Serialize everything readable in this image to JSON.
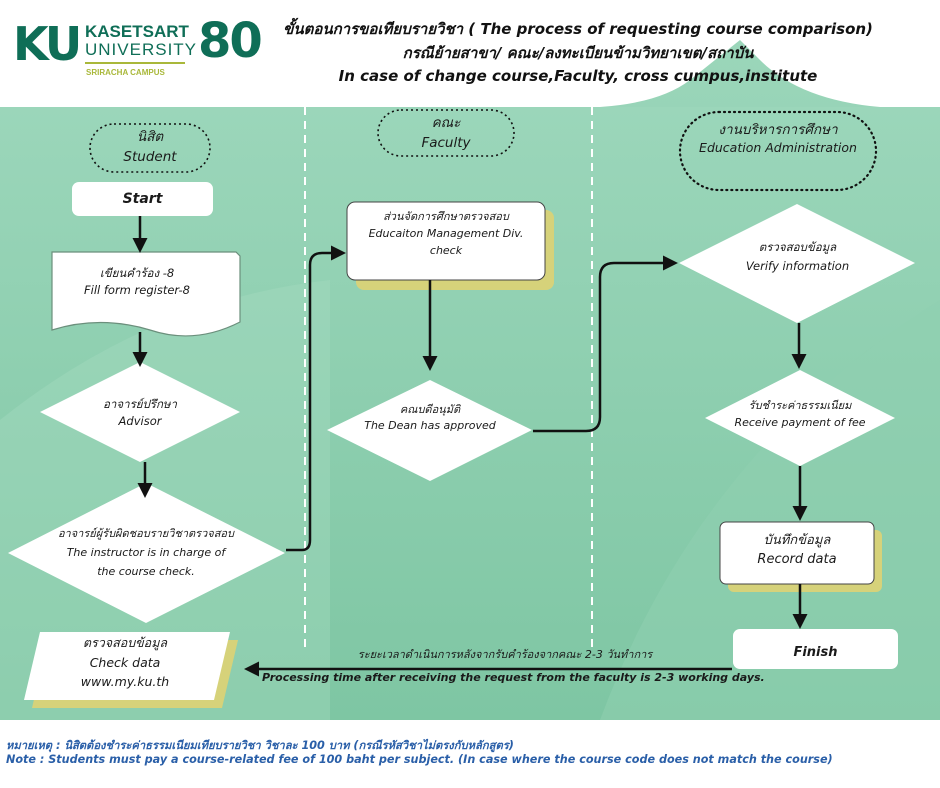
{
  "header": {
    "title_line1": "ขั้นตอนการขอเทียบรายวิชา ( The process of requesting  course comparison)",
    "title_line2": "กรณีย้ายสาขา/ คณะ/ลงทะเบียนข้ามวิทยาเขต/สถาบัน",
    "title_line3": "In case of  change course,Faculty, cross cumpus,institute"
  },
  "logo": {
    "mark": "KU",
    "name_line1": "KASETSART",
    "name_line2": "UNIVERSITY",
    "campus": "SRIRACHA CAMPUS",
    "anniversary": "80"
  },
  "lanes": [
    {
      "th": "นิสิต",
      "en": "Student"
    },
    {
      "th": "คณะ",
      "en": "Faculty"
    },
    {
      "th": "งานบริหารการศึกษา",
      "en": "Education Administration"
    }
  ],
  "nodes": {
    "start": "Start",
    "fill_form": {
      "th": "เขียนคำร้อง -8",
      "en": "Fill form register-8"
    },
    "advisor": {
      "th": "อาจารย์ปรึกษา",
      "en": "Advisor"
    },
    "instructor": {
      "th": "อาจารย์ผู้รับผิดชอบรายวิชาตรวจสอบ",
      "en1": "The instructor is in charge of",
      "en2": "the course check."
    },
    "edu_div": {
      "th": "ส่วนจัดการศึกษาตรวจสอบ",
      "en1": "Educaiton Management Div.",
      "en2": "check"
    },
    "dean": {
      "th": "คณบดีอนุมัติ",
      "en": "The Dean has approved"
    },
    "verify": {
      "th": "ตรวจสอบข้อมูล",
      "en": "Verify  information"
    },
    "payment": {
      "th": "รับชำระค่าธรรมเนียม",
      "en": "Receive payment of fee"
    },
    "record": {
      "th": "บันทึกข้อมูล",
      "en": "Record data"
    },
    "finish": "Finish",
    "check_data": {
      "th": "ตรวจสอบข้อมูล",
      "en": "Check data",
      "url": "www.my.ku.th"
    }
  },
  "processing_time": {
    "th": "ระยะเวลาดำเนินการหลังจากรับคำร้องจากคณะ 2-3 วันทำการ",
    "en": "Processing time after receiving the request from the faculty is 2-3 working days."
  },
  "footer": {
    "note_th": "หมายเหตุ  :  นิสิตต้องชำระค่าธรรมเนียมเทียบรายวิชา  วิชาละ 100 บาท  (กรณีรหัสวิชาไม่ตรงกับหลักสูตร)",
    "note_en": "Note : Students must pay a course-related fee of 100 baht per subject. (In  case where the course code does not match the course)"
  },
  "colors": {
    "background_green": "#8fd0b0",
    "dark_green": "#0f6e57",
    "accent_yellow": "#d6d27a",
    "note_blue": "#2a5fa8"
  }
}
